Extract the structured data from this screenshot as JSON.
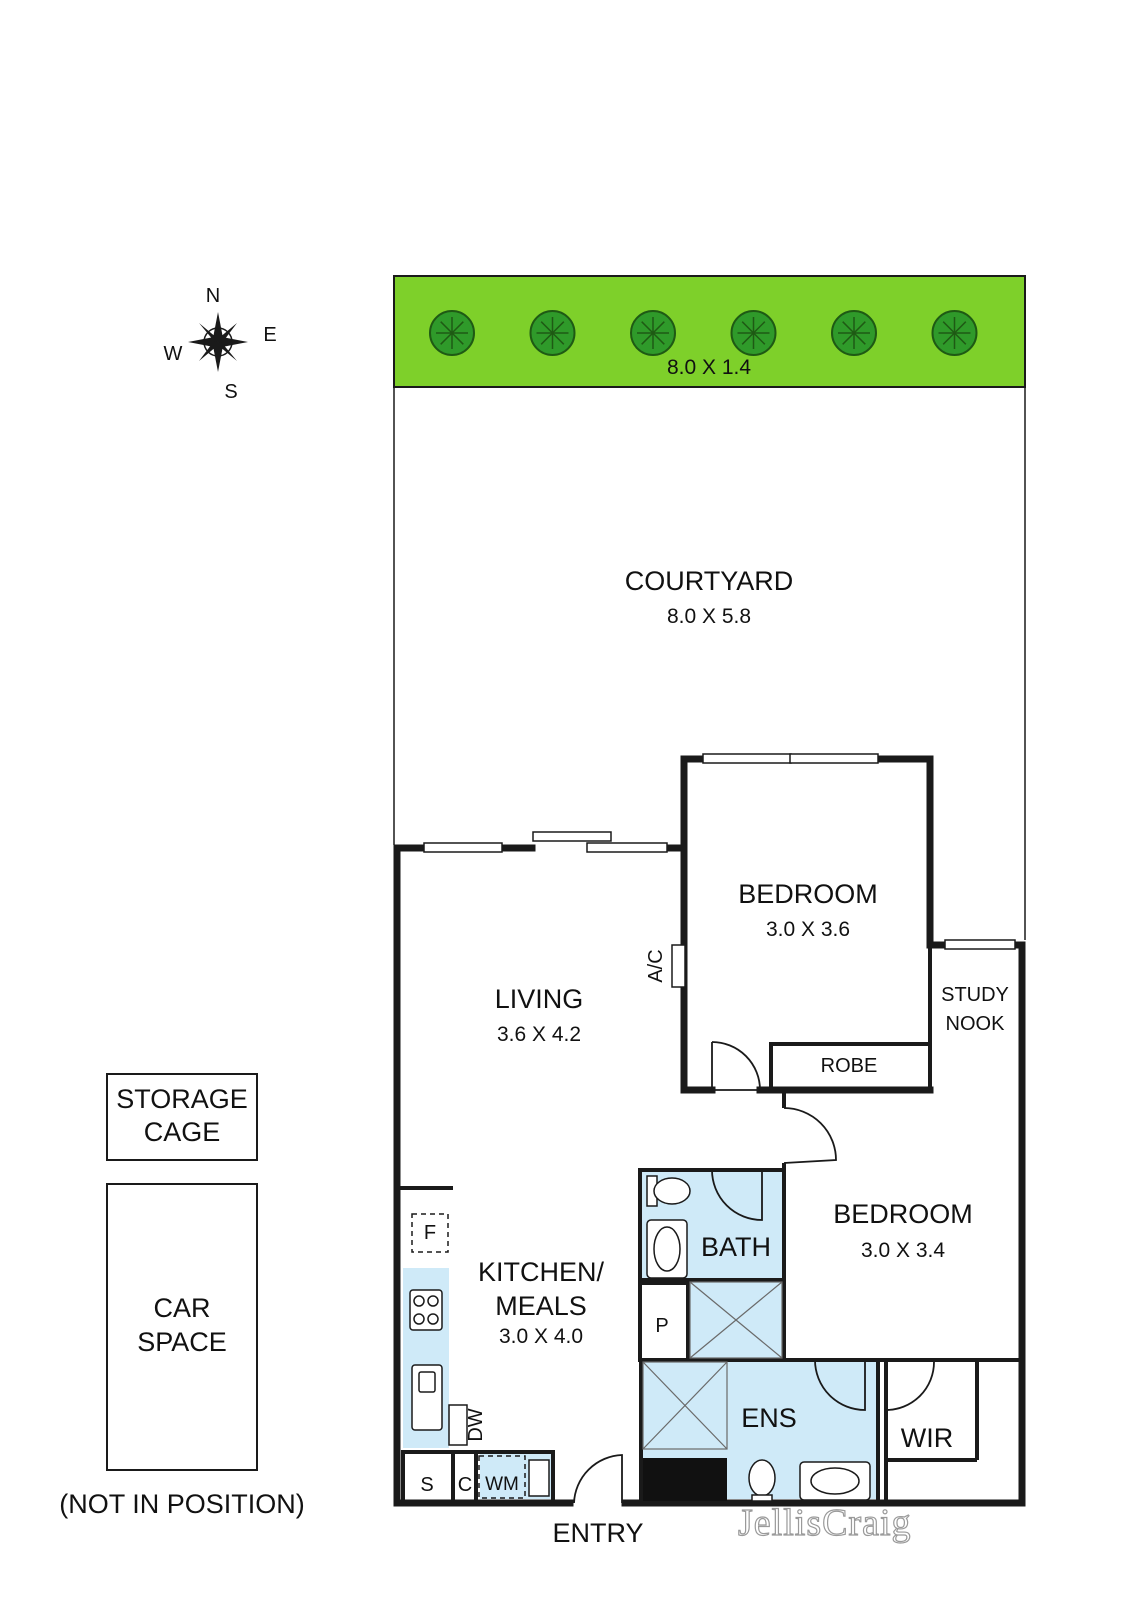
{
  "compass": {
    "n": "N",
    "e": "E",
    "s": "S",
    "w": "W"
  },
  "garden": {
    "dims": "8.0 X 1.4",
    "tree_count": 6,
    "color": "#7ed02a"
  },
  "rooms": {
    "courtyard": {
      "name": "COURTYARD",
      "dims": "8.0 X 5.8"
    },
    "bedroom1": {
      "name": "BEDROOM",
      "dims": "3.0 X 3.6"
    },
    "living": {
      "name": "LIVING",
      "dims": "3.6 X 4.2"
    },
    "study": {
      "line1": "STUDY",
      "line2": "NOOK"
    },
    "robe": {
      "name": "ROBE"
    },
    "bedroom2": {
      "name": "BEDROOM",
      "dims": "3.0 X 3.4"
    },
    "bath": {
      "name": "BATH"
    },
    "kitchen": {
      "line1": "KITCHEN/",
      "line2": "MEALS",
      "dims": "3.0 X 4.0"
    },
    "pantry": {
      "name": "P"
    },
    "ensuite": {
      "name": "ENS"
    },
    "wir": {
      "name": "WIR"
    },
    "entry": {
      "name": "ENTRY"
    }
  },
  "fixtures": {
    "ac": "A/C",
    "fridge": "F",
    "dishwasher": "DW",
    "s": "S",
    "c": "C",
    "wm": "WM"
  },
  "outbuildings": {
    "storage": {
      "line1": "STORAGE",
      "line2": "CAGE"
    },
    "car": {
      "line1": "CAR",
      "line2": "SPACE"
    },
    "note": "(NOT IN POSITION)"
  },
  "watermark": "JellisCraig",
  "colors": {
    "wet_area": "#cfeaf8",
    "wall": "#1a1a1a"
  }
}
